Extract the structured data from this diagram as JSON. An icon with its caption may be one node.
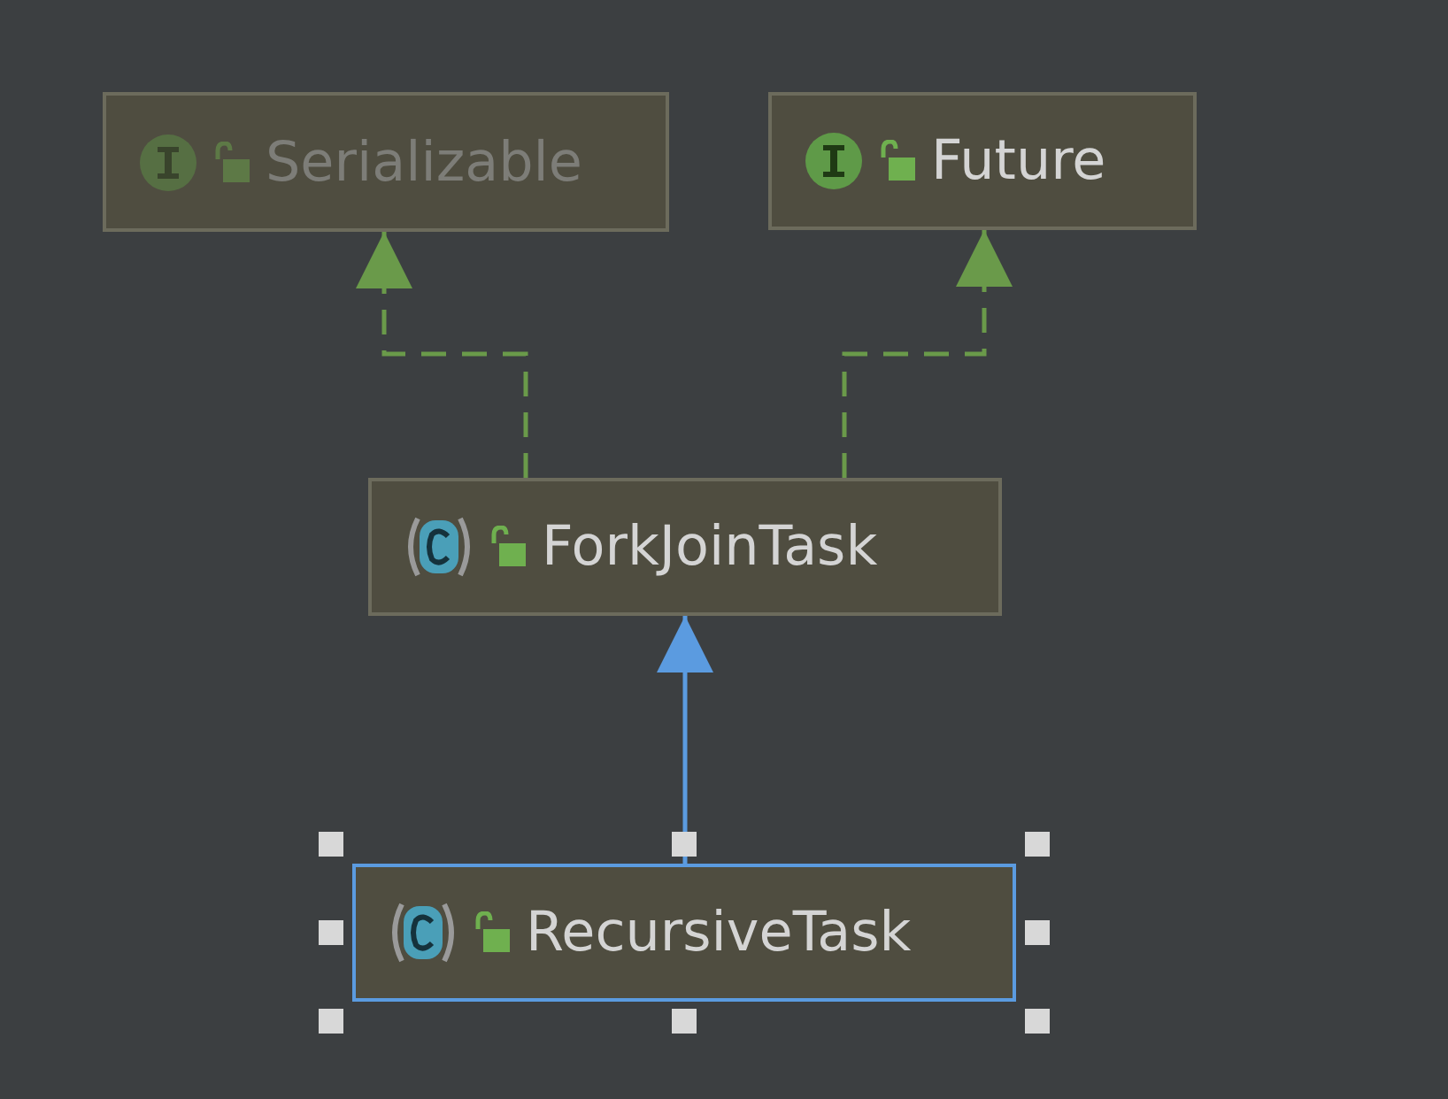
{
  "diagram": {
    "nodes": [
      {
        "text": [
          "Serializable"
        ]
      },
      {
        "text": [
          "Future"
        ]
      },
      {
        "text": [
          "ForkJoinTask"
        ]
      },
      {
        "text": [
          "RecursiveTask"
        ]
      }
    ],
    "edges": [
      {
        "from": 2,
        "to": 0,
        "arrow": "to",
        "style": "dashed"
      },
      {
        "from": 2,
        "to": 1,
        "arrow": "to",
        "style": "dashed"
      },
      {
        "from": 3,
        "to": 2,
        "arrow": "to",
        "color": "#5b9be0"
      }
    ]
  }
}
